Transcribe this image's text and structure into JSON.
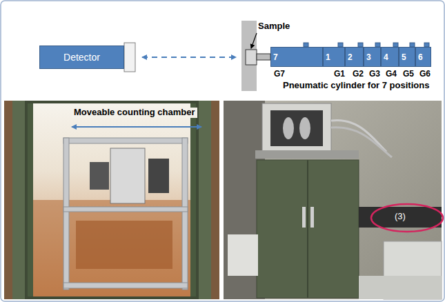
{
  "diagram": {
    "nodes": [
      {
        "text": [
          "Detector"
        ]
      },
      {
        "text": [
          "7"
        ]
      },
      {
        "text": [
          "1"
        ]
      },
      {
        "text": [
          "2"
        ]
      },
      {
        "text": [
          "3"
        ]
      },
      {
        "text": [
          "4"
        ]
      },
      {
        "text": [
          "5"
        ]
      },
      {
        "text": [
          "6"
        ]
      }
    ],
    "labels": [
      "Sample",
      "G7",
      "G1",
      "G2",
      "G3",
      "G4",
      "G5",
      "G6",
      "Pneumatic cylinder for 7 positions",
      "Moveable counting chamber",
      "(3)"
    ]
  }
}
